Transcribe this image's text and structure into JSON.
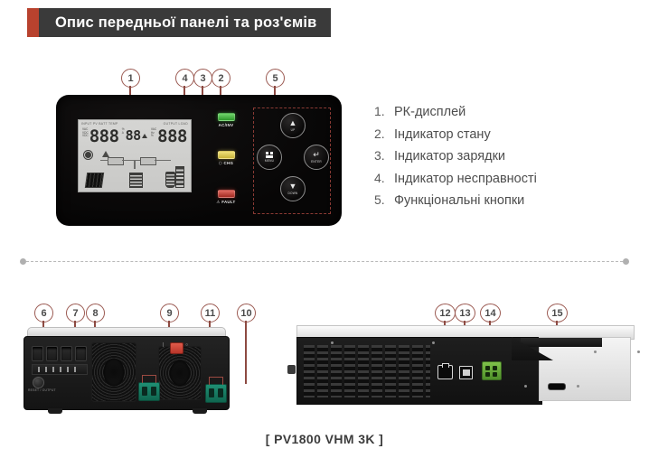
{
  "header": {
    "title": "Опис передньої панелі та роз'ємів",
    "accent_color": "#b8422e",
    "bar_color": "#3a3a3a"
  },
  "legend": {
    "items": [
      {
        "num": "1.",
        "label": "РК-дисплей"
      },
      {
        "num": "2.",
        "label": "Індикатор стану"
      },
      {
        "num": "3.",
        "label": "Індикатор зарядки"
      },
      {
        "num": "4.",
        "label": "Індикатор несправності"
      },
      {
        "num": "5.",
        "label": "Функціональні кнопки"
      }
    ]
  },
  "front_panel": {
    "callouts": [
      {
        "id": "1",
        "label": "1"
      },
      {
        "id": "4",
        "label": "4"
      },
      {
        "id": "3",
        "label": "3"
      },
      {
        "id": "2",
        "label": "2"
      },
      {
        "id": "5",
        "label": "5"
      }
    ],
    "lcd": {
      "header_left": "INPUT  PV  BATT  TEMP",
      "header_right": "OUTPUT  LOAD",
      "digits_left": "888",
      "digits_mid": "88",
      "digits_right": "888",
      "units_left": [
        "VAC",
        "VDC",
        "VDC"
      ],
      "units_mid": [
        "%",
        "A"
      ],
      "units_right": [
        "VAC",
        "Hz",
        "%"
      ]
    },
    "leds": [
      {
        "name": "AC/INV",
        "label": "AC/INV",
        "color": "#4cc64a"
      },
      {
        "name": "CHG",
        "label": "⬡ CHG",
        "color": "#d9c44b"
      },
      {
        "name": "FAULT",
        "label": "⚠ FAULT",
        "color": "#d6453a"
      }
    ],
    "buttons": [
      {
        "id": "up",
        "glyph": "▲",
        "label": "UP"
      },
      {
        "id": "menu",
        "glyph": "",
        "label": "MENU"
      },
      {
        "id": "enter",
        "glyph": "↵",
        "label": "ENTER"
      },
      {
        "id": "down",
        "glyph": "▼",
        "label": "DOWN"
      }
    ]
  },
  "bottom": {
    "left_callouts": [
      {
        "id": "6",
        "label": "6"
      },
      {
        "id": "7",
        "label": "7"
      },
      {
        "id": "8",
        "label": "8"
      },
      {
        "id": "9",
        "label": "9"
      },
      {
        "id": "11",
        "label": "11"
      },
      {
        "id": "10",
        "label": "10"
      }
    ],
    "right_callouts": [
      {
        "id": "12",
        "label": "12"
      },
      {
        "id": "13",
        "label": "13"
      },
      {
        "id": "14",
        "label": "14"
      },
      {
        "id": "15",
        "label": "15"
      }
    ],
    "left_device": {
      "round_button_label": "RESET / OUTPUT"
    }
  },
  "caption": {
    "text": "[ PV1800 VHM 3K ]"
  }
}
